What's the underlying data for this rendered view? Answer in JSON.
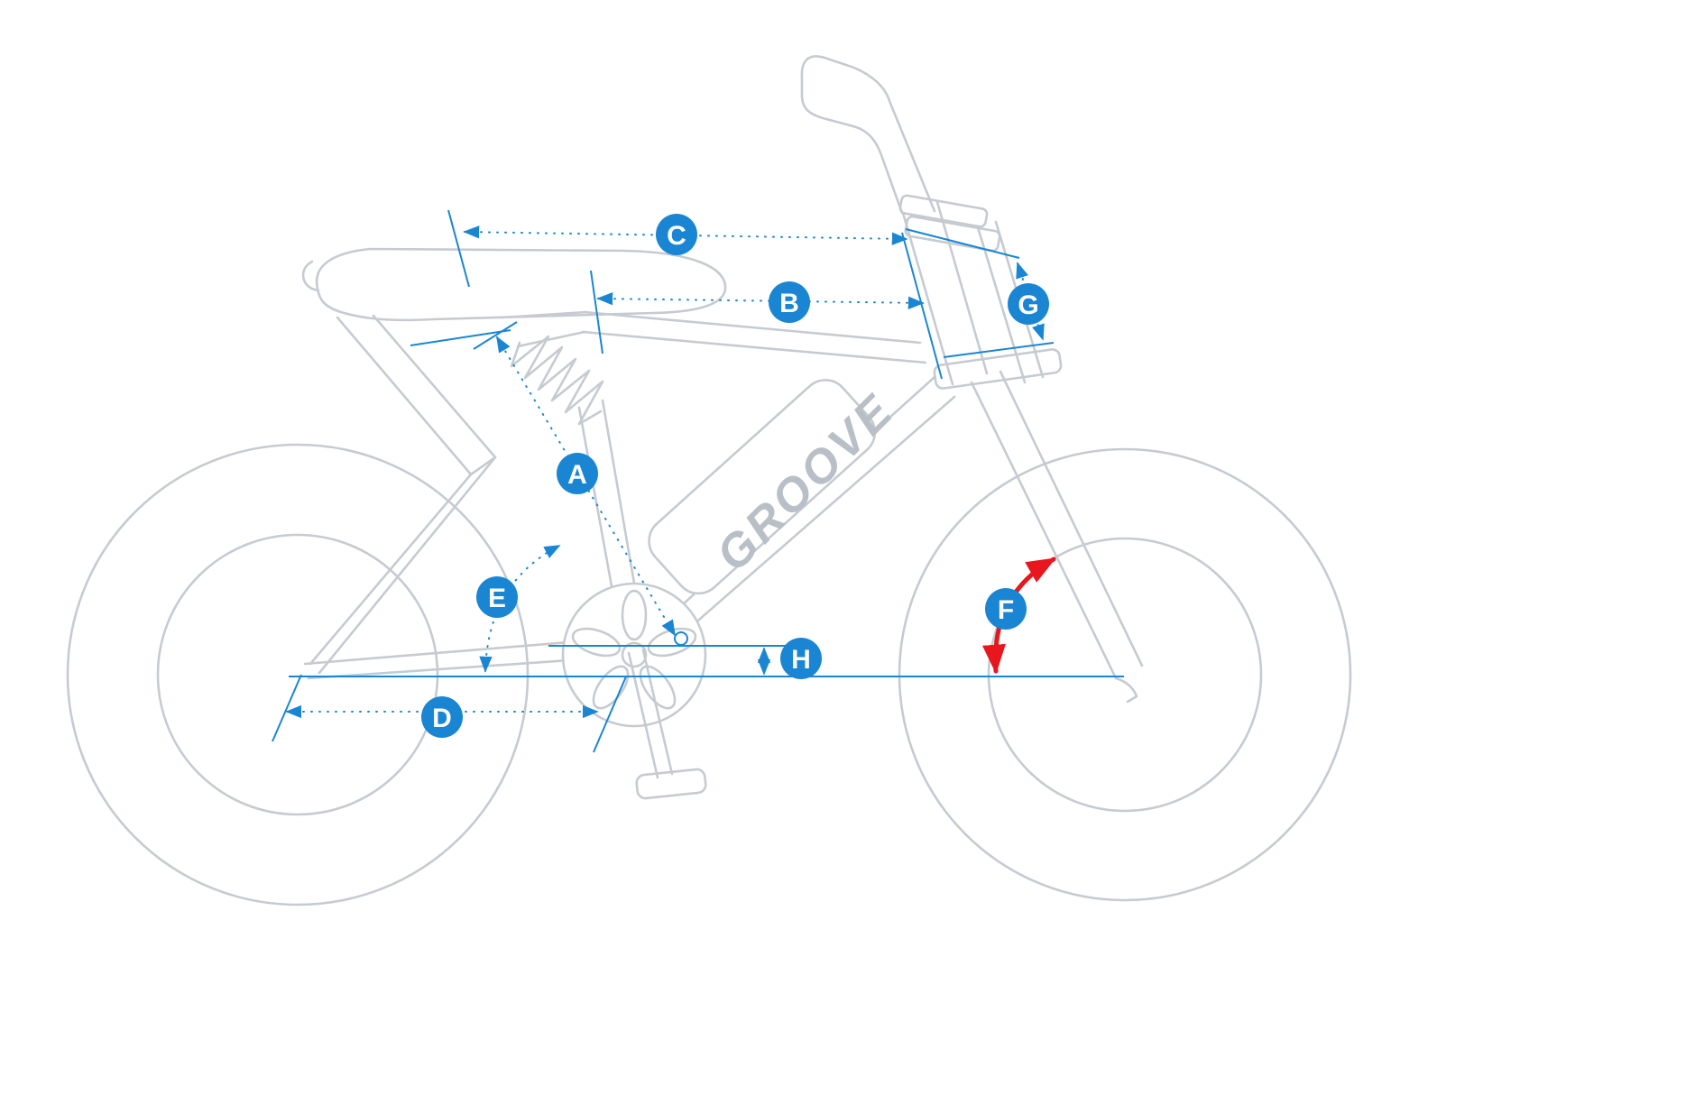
{
  "diagram": {
    "brand": "GROOVE",
    "markers": [
      {
        "label": "A"
      },
      {
        "label": "B"
      },
      {
        "label": "C"
      },
      {
        "label": "D"
      },
      {
        "label": "E"
      },
      {
        "label": "F"
      },
      {
        "label": "G"
      },
      {
        "label": "H"
      }
    ],
    "colors": {
      "dimension_blue": "#1a86d3",
      "highlight_red": "#e8161d",
      "drawing_gray": "#c6cbd1",
      "marker_text": "#ffffff",
      "background": "#ffffff"
    }
  }
}
